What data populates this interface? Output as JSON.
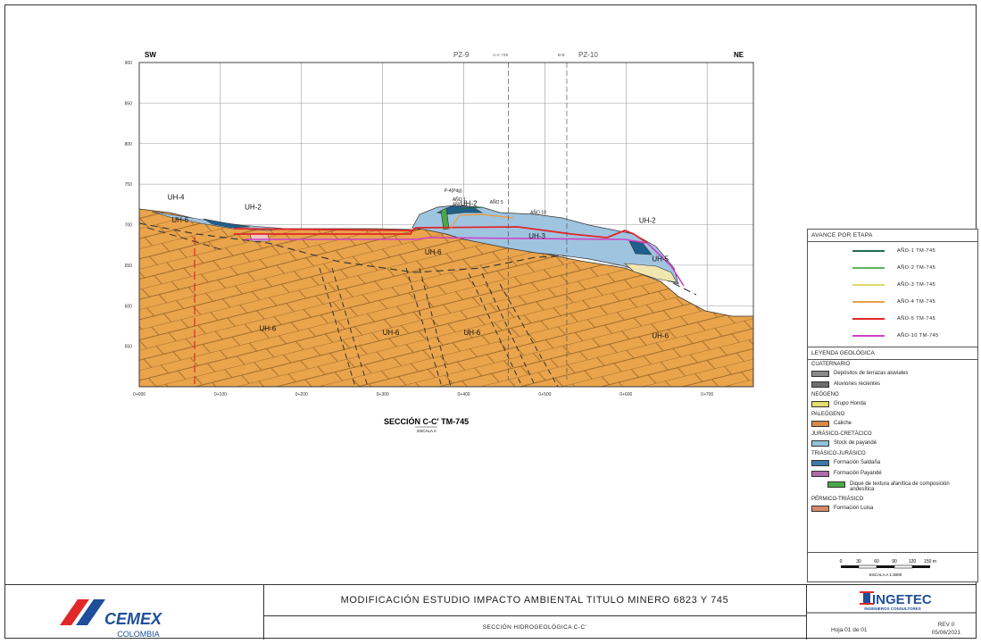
{
  "section": {
    "dir_left": "SW",
    "dir_right": "NE",
    "wells": [
      {
        "label": "PZ-9",
        "chainage": 400
      },
      {
        "label": "PZ-10",
        "chainage": 527
      }
    ],
    "cut_marks": [
      {
        "label": "A-A' 745",
        "chainage": 455
      },
      {
        "label": "B-B",
        "chainage": 527
      }
    ],
    "y_ticks": [
      "900",
      "850",
      "800",
      "750",
      "700",
      "650",
      "600",
      "550"
    ],
    "x_ticks": [
      "0+000",
      "0+100",
      "0+200",
      "0+300",
      "0+400",
      "0+500",
      "0+600",
      "0+700"
    ],
    "unit_labels": [
      {
        "text": "UH-4",
        "x": 35,
        "elev": 731
      },
      {
        "text": "UH-2",
        "x": 130,
        "elev": 719
      },
      {
        "text": "UH-6",
        "x": 40,
        "elev": 703
      },
      {
        "text": "UH-2",
        "x": 396,
        "elev": 723
      },
      {
        "text": "UH-3",
        "x": 480,
        "elev": 683
      },
      {
        "text": "UH-2",
        "x": 616,
        "elev": 702
      },
      {
        "text": "UH-6",
        "x": 352,
        "elev": 663
      },
      {
        "text": "UH-5",
        "x": 632,
        "elev": 655
      },
      {
        "text": "UH-6",
        "x": 148,
        "elev": 569
      },
      {
        "text": "UH-6",
        "x": 300,
        "elev": 564
      },
      {
        "text": "UH-6",
        "x": 400,
        "elev": 564
      },
      {
        "text": "UH-6",
        "x": 632,
        "elev": 560
      }
    ],
    "year_labels": [
      {
        "text": "AÑO 1",
        "x": 386,
        "elev": 729
      },
      {
        "text": "AÑO 2",
        "x": 386,
        "elev": 723
      },
      {
        "text": "AÑO 5",
        "x": 432,
        "elev": 726
      },
      {
        "text": "AÑO 10",
        "x": 482,
        "elev": 713
      },
      {
        "text": "P-4(Pdg)",
        "x": 376,
        "elev": 740
      }
    ],
    "section_title": "SECCIÓN C-C' TM-745",
    "scale_note": "ESCALA A"
  },
  "legend": {
    "stages_heading": "AVANCE POR ETAPA",
    "stages": [
      {
        "label": "AÑO-1 TM-745",
        "color": "#1f6b52"
      },
      {
        "label": "AÑO-2 TM-745",
        "color": "#5fb35a"
      },
      {
        "label": "AÑO-3 TM-745",
        "color": "#dcd870"
      },
      {
        "label": "AÑO-4 TM-745",
        "color": "#e5a04a"
      },
      {
        "label": "AÑO-5 TM-745",
        "color": "#e02828"
      },
      {
        "label": "AÑO-10 TM-745",
        "color": "#d040c8"
      }
    ],
    "geology_heading": "LEYENDA GEOLÓGICA",
    "geology": [
      {
        "category": "CUATERNARIO"
      },
      {
        "label": "Depósitos de terrazas aluviales",
        "color": "#8a8a8a"
      },
      {
        "label": "Aluviones recientes",
        "color": "#6e6e6e"
      },
      {
        "category": "NEÓGENO"
      },
      {
        "label": "Grupo Honda",
        "color": "#e6dc6a"
      },
      {
        "category": "PALEÓGENO"
      },
      {
        "label": "Caliche",
        "color": "#d98a4a"
      },
      {
        "category": "JURÁSICO-CRETÁCICO"
      },
      {
        "label": "Stock de payandé",
        "color": "#8fc4d8"
      },
      {
        "category": "TRIÁSICO-JURÁSICO"
      },
      {
        "label": "Formación Saldaña",
        "color": "#3a78a8"
      },
      {
        "label": "Formación Payandé",
        "color": "#b06aa8"
      },
      {
        "label": "Dique de textura afanítica de composición andesítica",
        "color": "#4aa84a",
        "indent": true
      },
      {
        "category": "PÉRMICO-TRIÁSICO"
      },
      {
        "label": "Formación Luisa",
        "color": "#d98a6a"
      }
    ],
    "scale_ticks": [
      "0",
      "30",
      "60",
      "90",
      "120",
      "150 m"
    ],
    "scale_caption": "ESCALA A 1:3000"
  },
  "title_block": {
    "project_title": "MODIFICACIÓN ESTUDIO IMPACTO AMBIENTAL TITULO MINERO 6823 Y 745",
    "drawing_title": "SECCIÓN HIDROGEOLÓGICA C-C'",
    "client_name": "CEMEX",
    "client_country": "COLOMBIA",
    "consultant_name": "INGETEC",
    "consultant_tagline": "INGENIEROS CONSULTORES",
    "sheet": "Hoja 01 de 01",
    "rev": "REV 0",
    "date": "05/06/2021"
  },
  "colors": {
    "orange_rock": "#e9a44c",
    "blue_fill": "#9fc4e0",
    "dark_blue": "#1f5f8f",
    "cream": "#f0e6b0",
    "red_line": "#e02828",
    "magenta_line": "#d040c8"
  }
}
